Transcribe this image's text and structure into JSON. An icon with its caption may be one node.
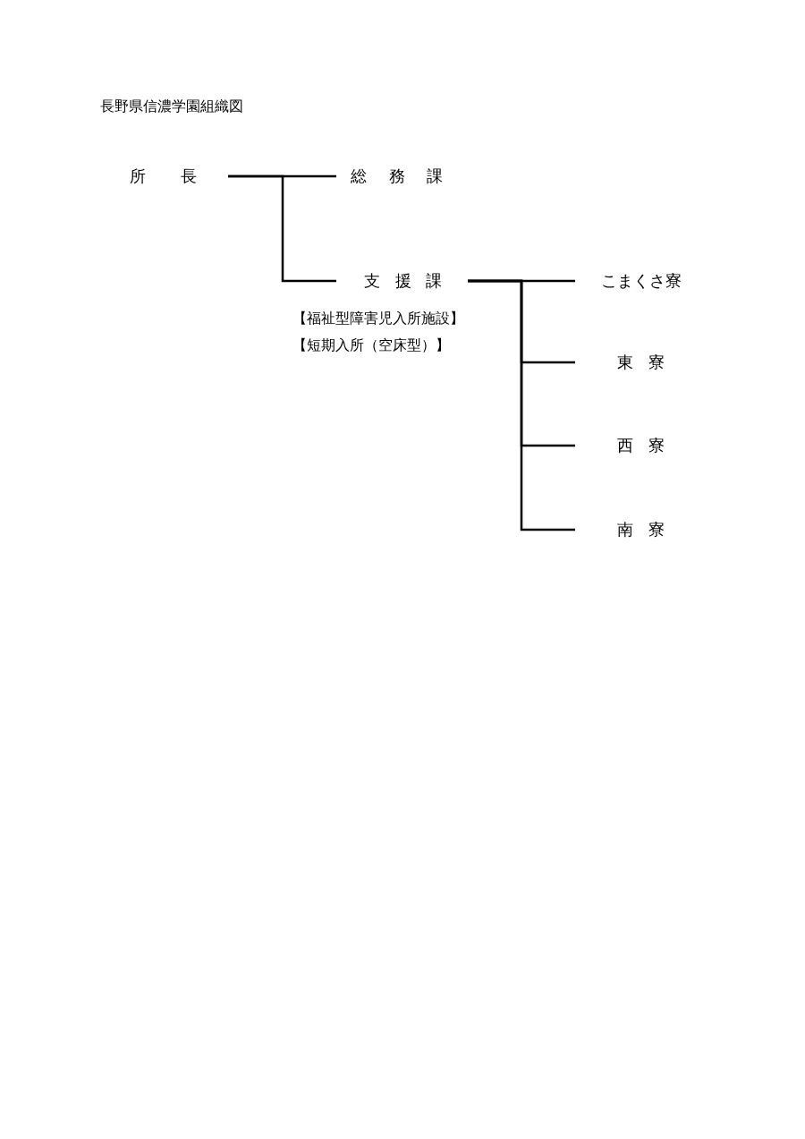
{
  "diagram": {
    "title": "長野県信濃学園組織図",
    "nodes": [
      {
        "text": [
          "所 長"
        ]
      },
      {
        "text": [
          "総 務 課"
        ]
      },
      {
        "text": [
          "支 援 課"
        ],
        "beside": [
          "【福祉型障害児入所施設】",
          "【短期入所（空床型）】"
        ]
      },
      {
        "text": [
          "こまくさ寮"
        ]
      },
      {
        "text": [
          "東 寮"
        ]
      },
      {
        "text": [
          "西 寮"
        ]
      },
      {
        "text": [
          "南 寮"
        ]
      }
    ],
    "edges": [
      {
        "from": 0,
        "to": 1,
        "arrow": "none"
      },
      {
        "from": 0,
        "to": 2,
        "arrow": "none"
      },
      {
        "from": 2,
        "to": 3,
        "arrow": "none"
      },
      {
        "from": 2,
        "to": 4,
        "arrow": "none"
      },
      {
        "from": 2,
        "to": 5,
        "arrow": "none"
      },
      {
        "from": 2,
        "to": 6,
        "arrow": "none"
      }
    ]
  }
}
